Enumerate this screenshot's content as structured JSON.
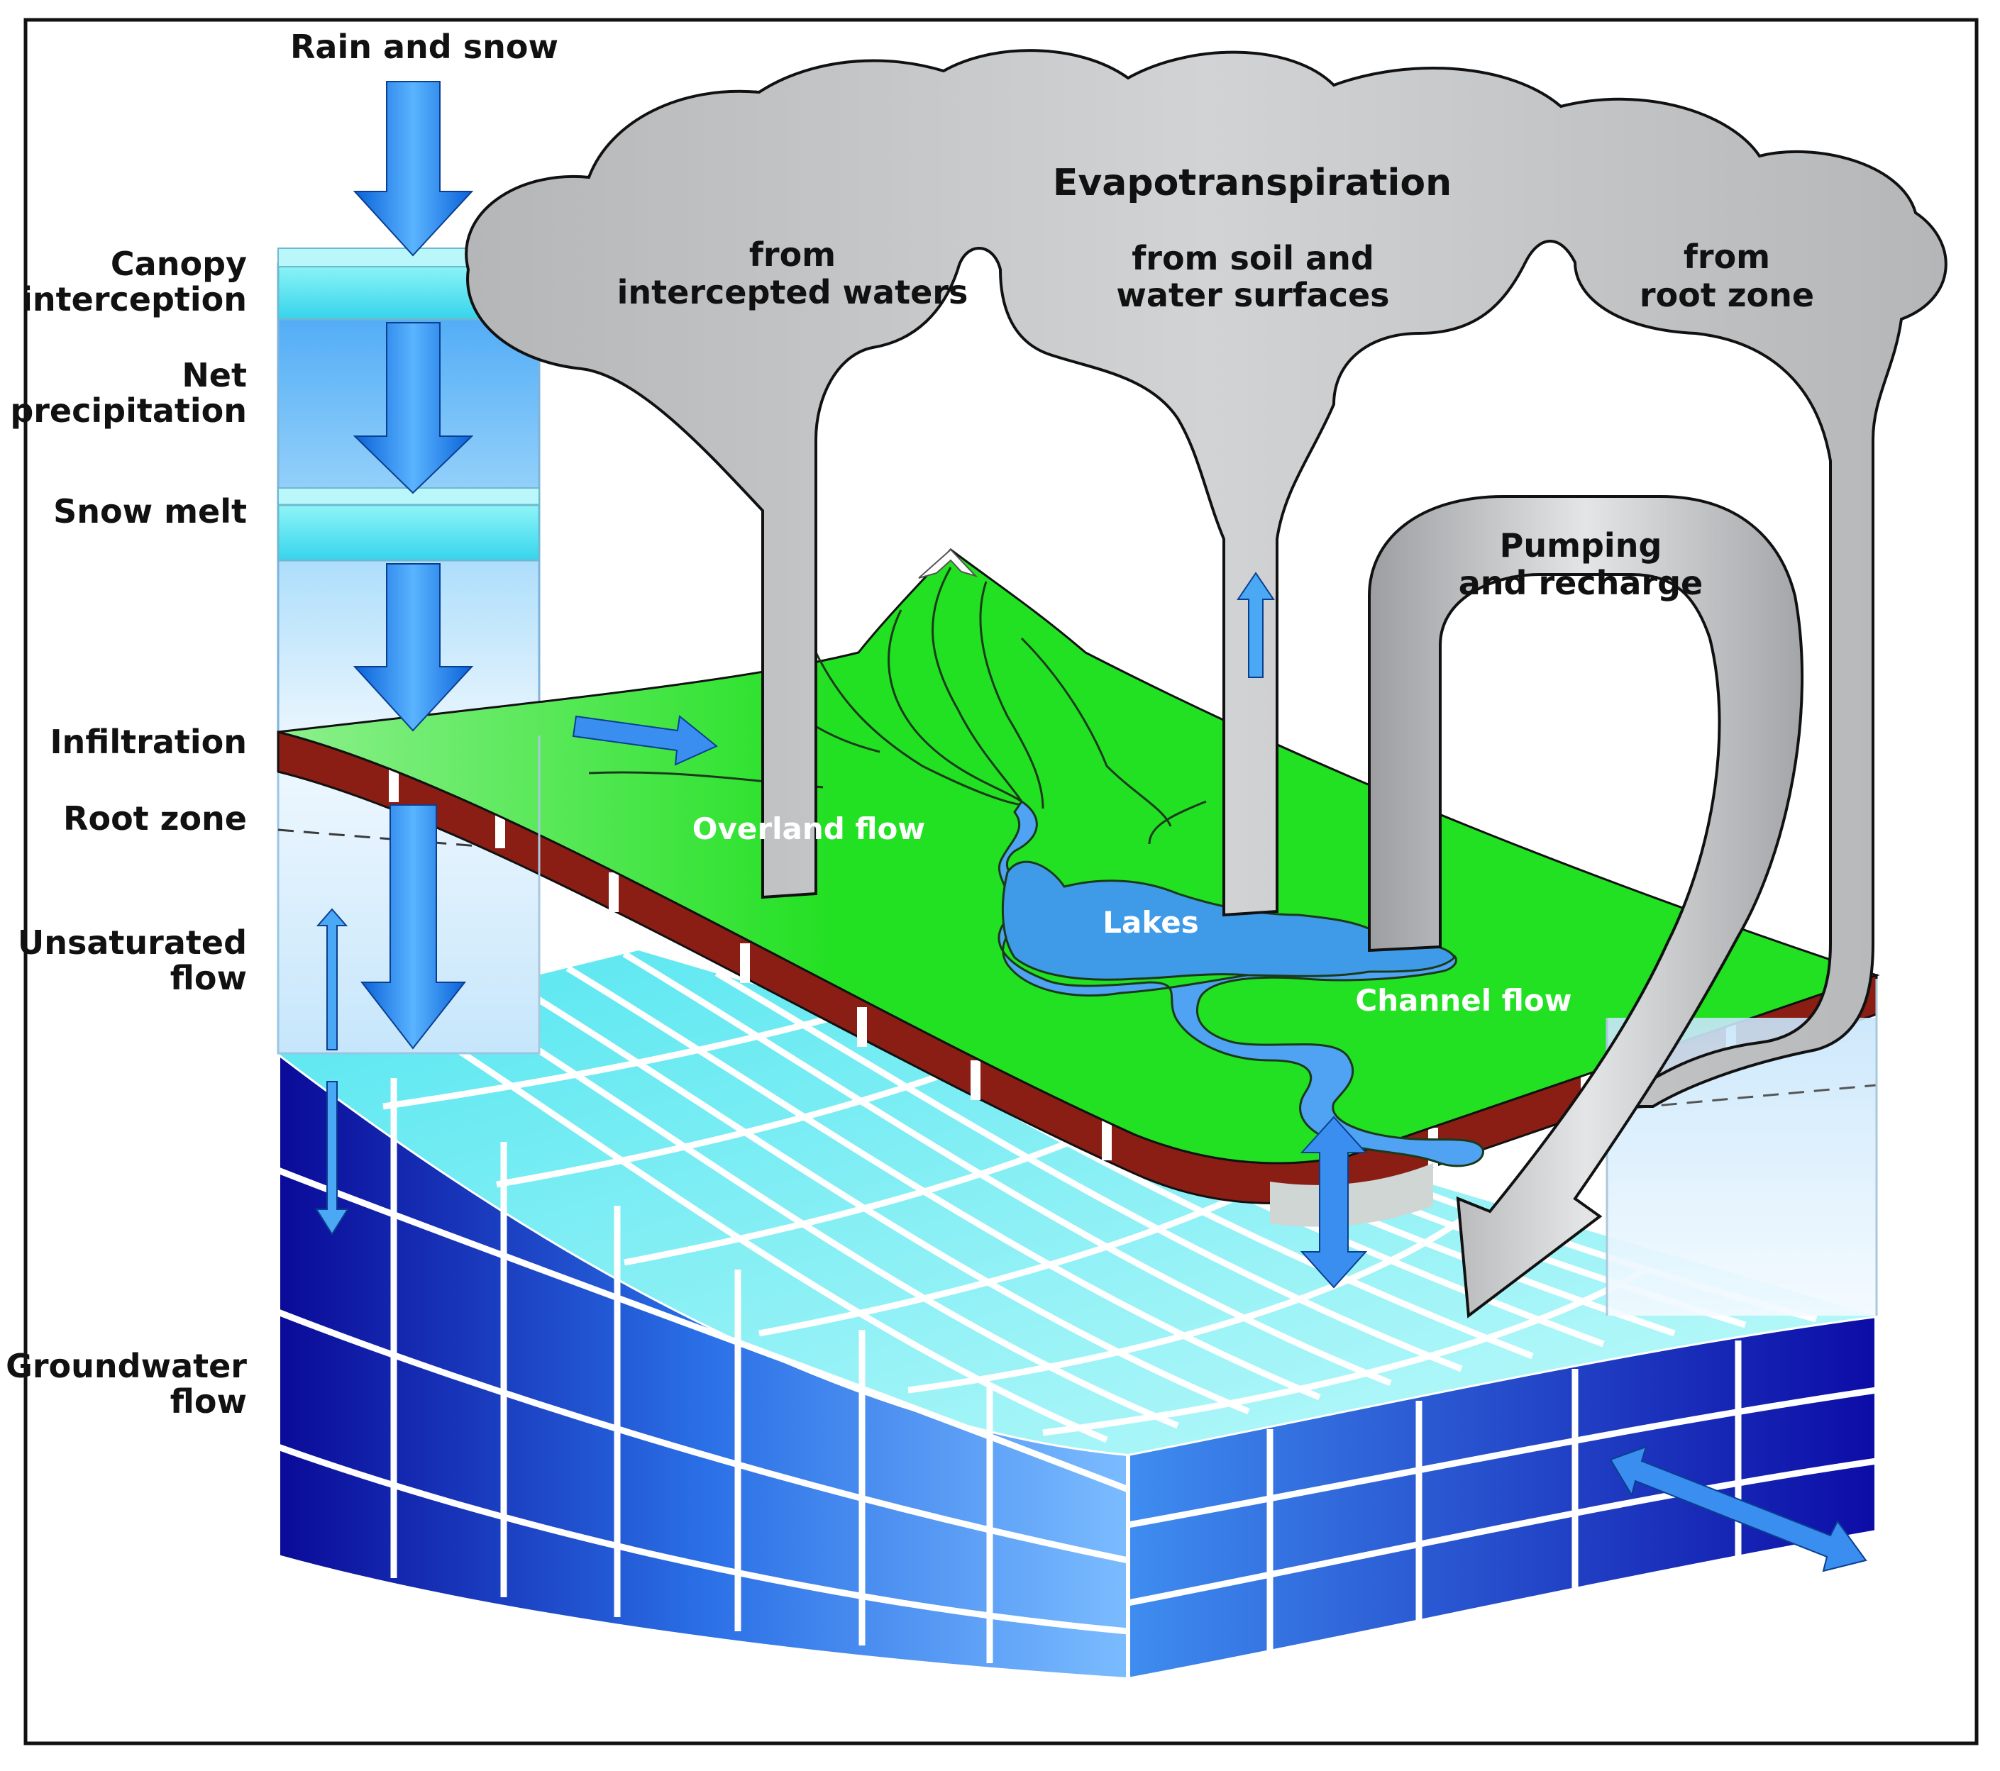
{
  "labels": {
    "rain": "Rain and snow",
    "canopy": [
      "Canopy",
      "interception"
    ],
    "net": [
      "Net",
      "precipitation"
    ],
    "snowmelt": "Snow melt",
    "infiltration": "Infiltration",
    "rootzone": "Root zone",
    "unsat": [
      "Unsaturated",
      "flow"
    ],
    "groundwater": [
      "Groundwater",
      "flow"
    ],
    "evapo": "Evapotranspiration",
    "from_intercepted": [
      "from",
      "intercepted waters"
    ],
    "from_soil": [
      "from soil and",
      "water surfaces"
    ],
    "from_root": [
      "from",
      "root zone"
    ],
    "pumping": [
      "Pumping",
      "and recharge"
    ],
    "overland": "Overland flow",
    "lakes": "Lakes",
    "channel": "Channel flow"
  },
  "colors": {
    "land_green": "#22e022",
    "cloud_gray": "#c8c9cb",
    "water_light": "#8ff2f2",
    "block_dark": "#0c0ca6",
    "block_mid": "#2f7de8",
    "soil_red": "#8b1e14"
  }
}
